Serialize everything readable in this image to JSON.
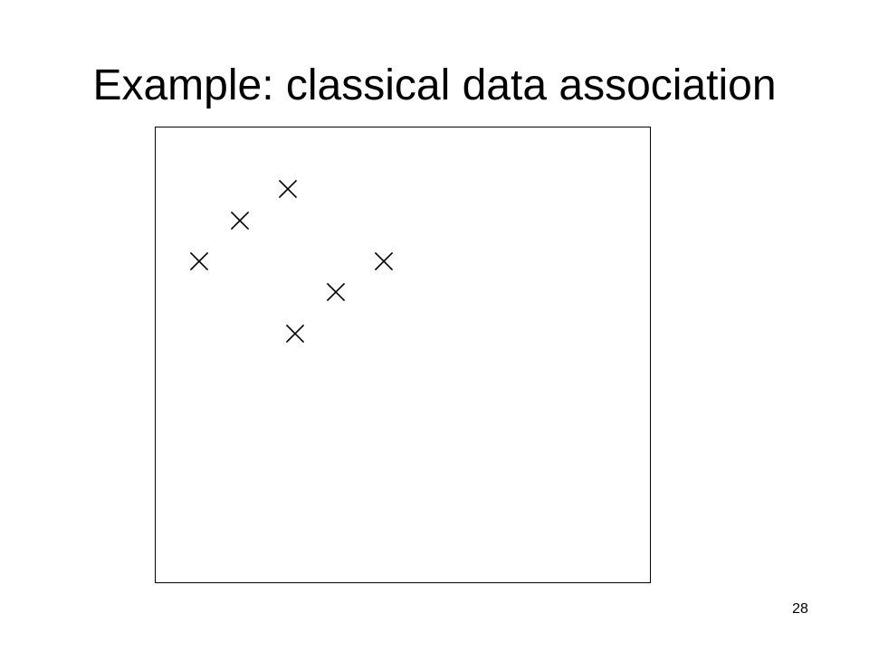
{
  "slide": {
    "title": "Example: classical data association",
    "page_number": "28"
  },
  "colors": {
    "marker": "#000000",
    "frame": "#000000",
    "background": "#ffffff"
  },
  "measurements": {
    "marker_shape": "x-cross",
    "count": 6
  }
}
